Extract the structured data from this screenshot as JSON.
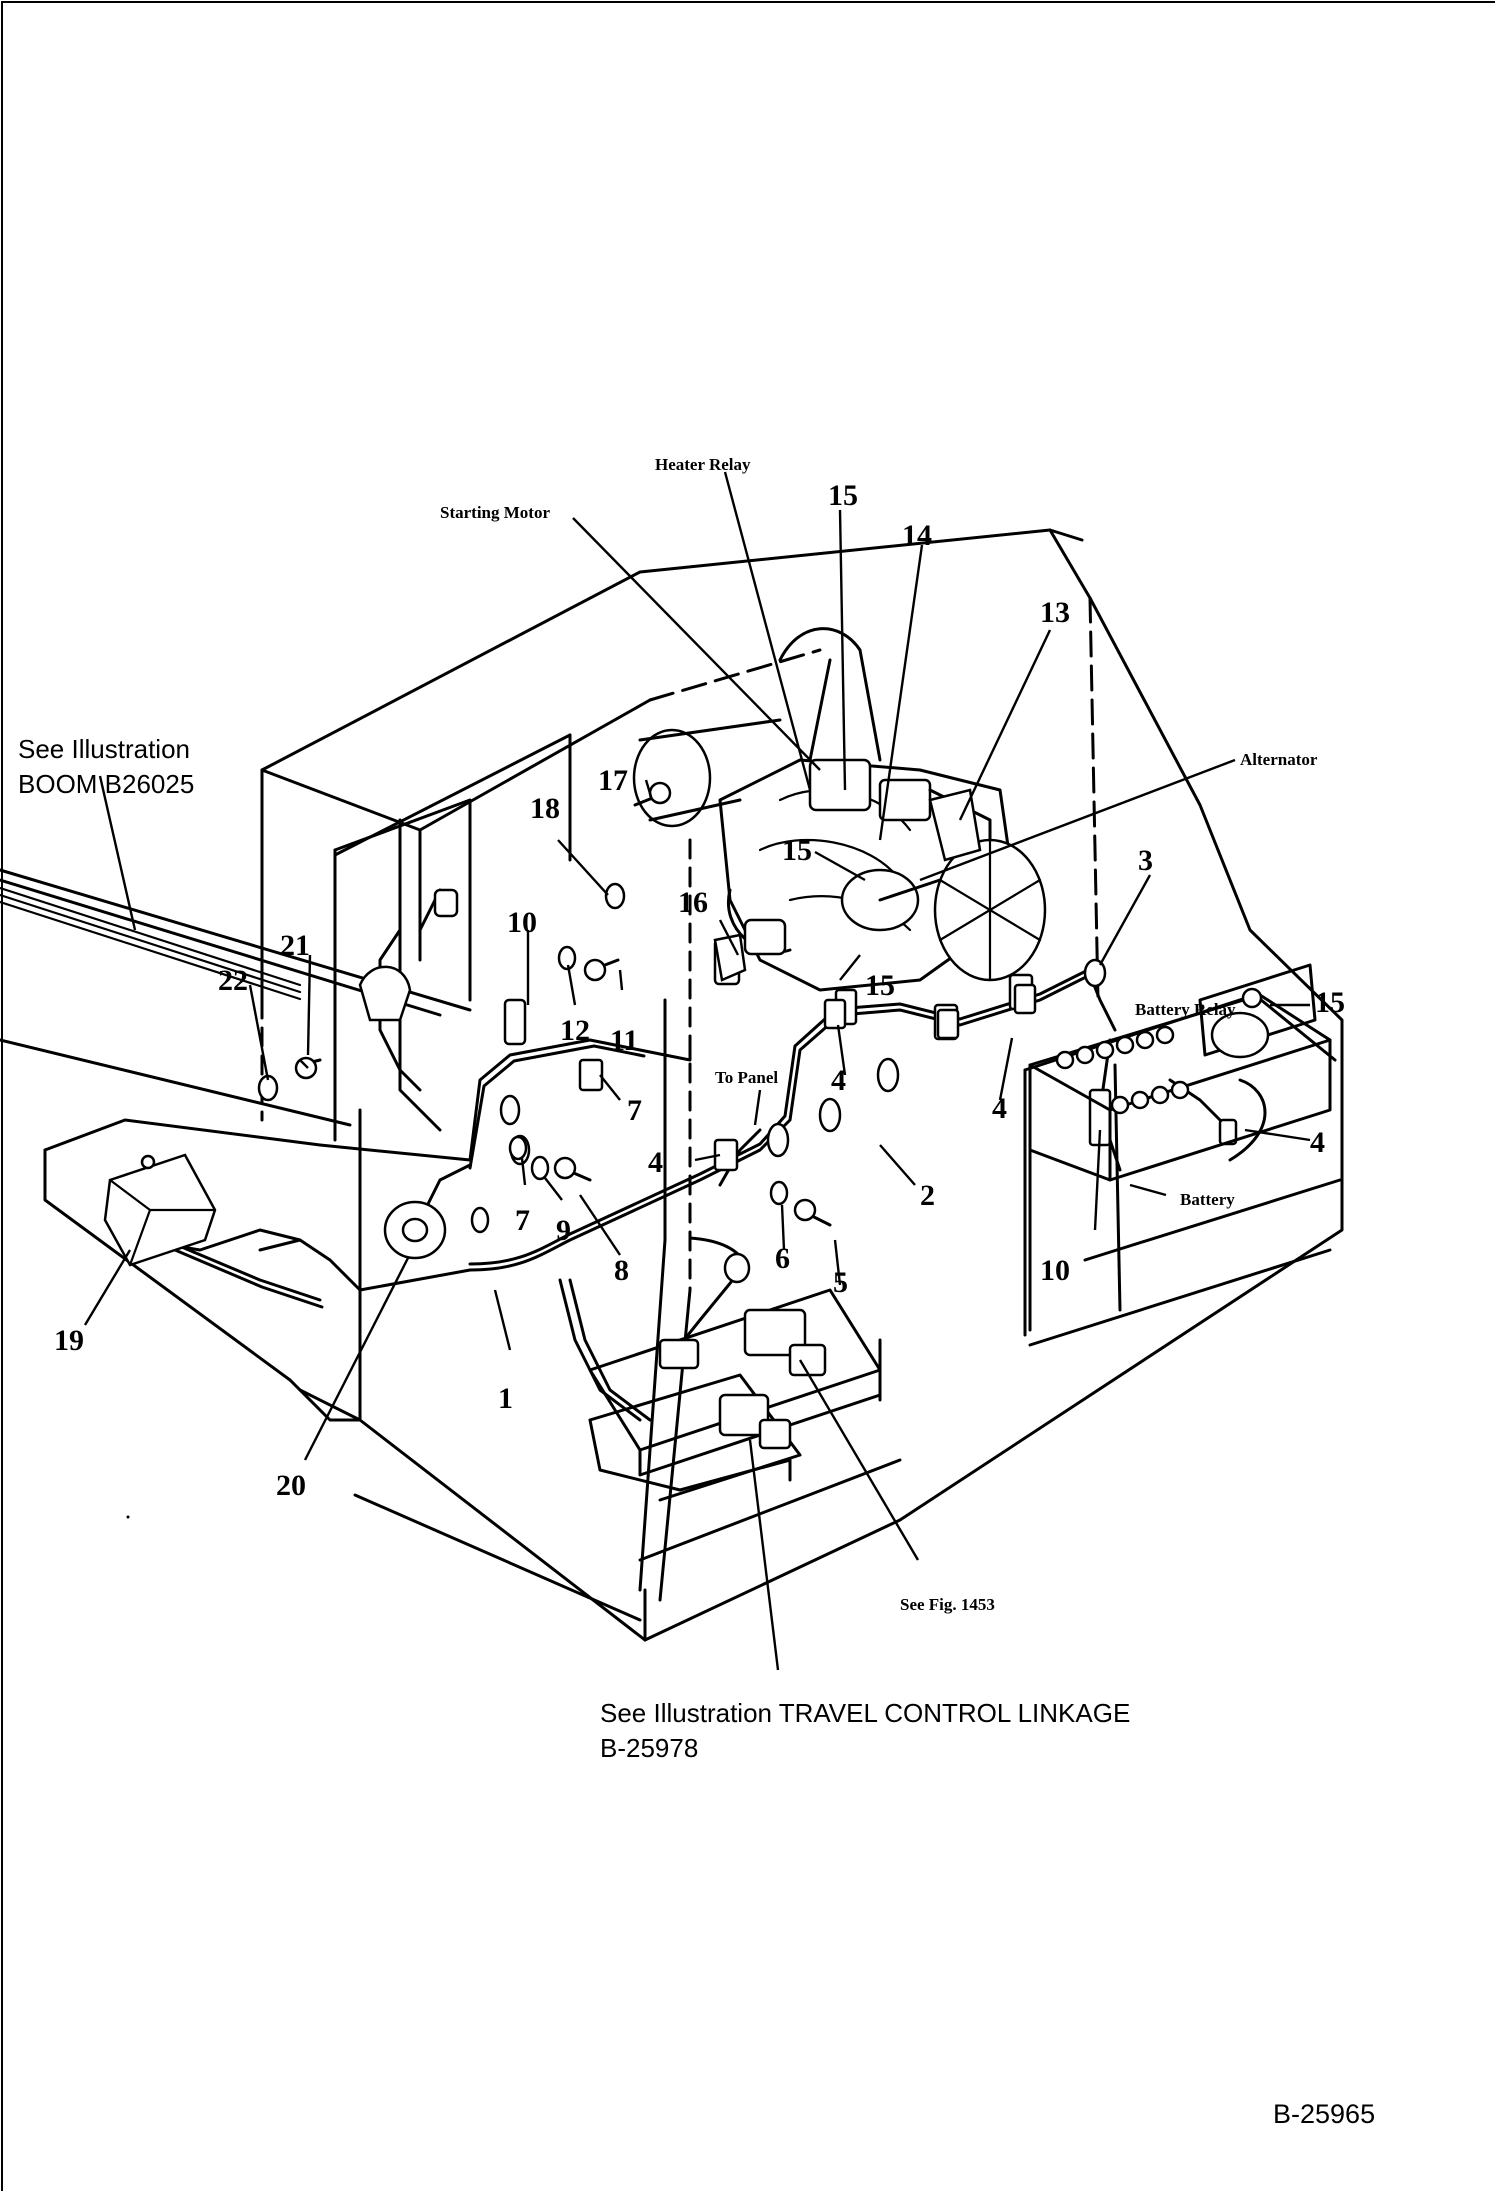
{
  "notes": {
    "boom_line1": "See Illustration",
    "boom_line2": "BOOM B26025",
    "travel_line1": "See Illustration TRAVEL CONTROL LINKAGE",
    "travel_line2": "B-25978",
    "see_fig": "See Fig. 1453"
  },
  "drawing_code": "B-25965",
  "component_labels": {
    "heater_relay": "Heater Relay",
    "starting_motor": "Starting Motor",
    "alternator": "Alternator",
    "battery_relay": "Battery Relay",
    "battery": "Battery",
    "to_panel": "To Panel"
  },
  "callouts": {
    "c1": "1",
    "c2": "2",
    "c3": "3",
    "c4a": "4",
    "c4b": "4",
    "c4c": "4",
    "c4d": "4",
    "c5": "5",
    "c6": "6",
    "c7a": "7",
    "c7b": "7",
    "c8": "8",
    "c9": "9",
    "c10a": "10",
    "c10b": "10",
    "c11": "11",
    "c12": "12",
    "c13": "13",
    "c14": "14",
    "c15a": "15",
    "c15b": "15",
    "c15c": "15",
    "c15d": "15",
    "c16": "16",
    "c17": "17",
    "c18": "18",
    "c19": "19",
    "c20": "20",
    "c21": "21",
    "c22": "22"
  }
}
